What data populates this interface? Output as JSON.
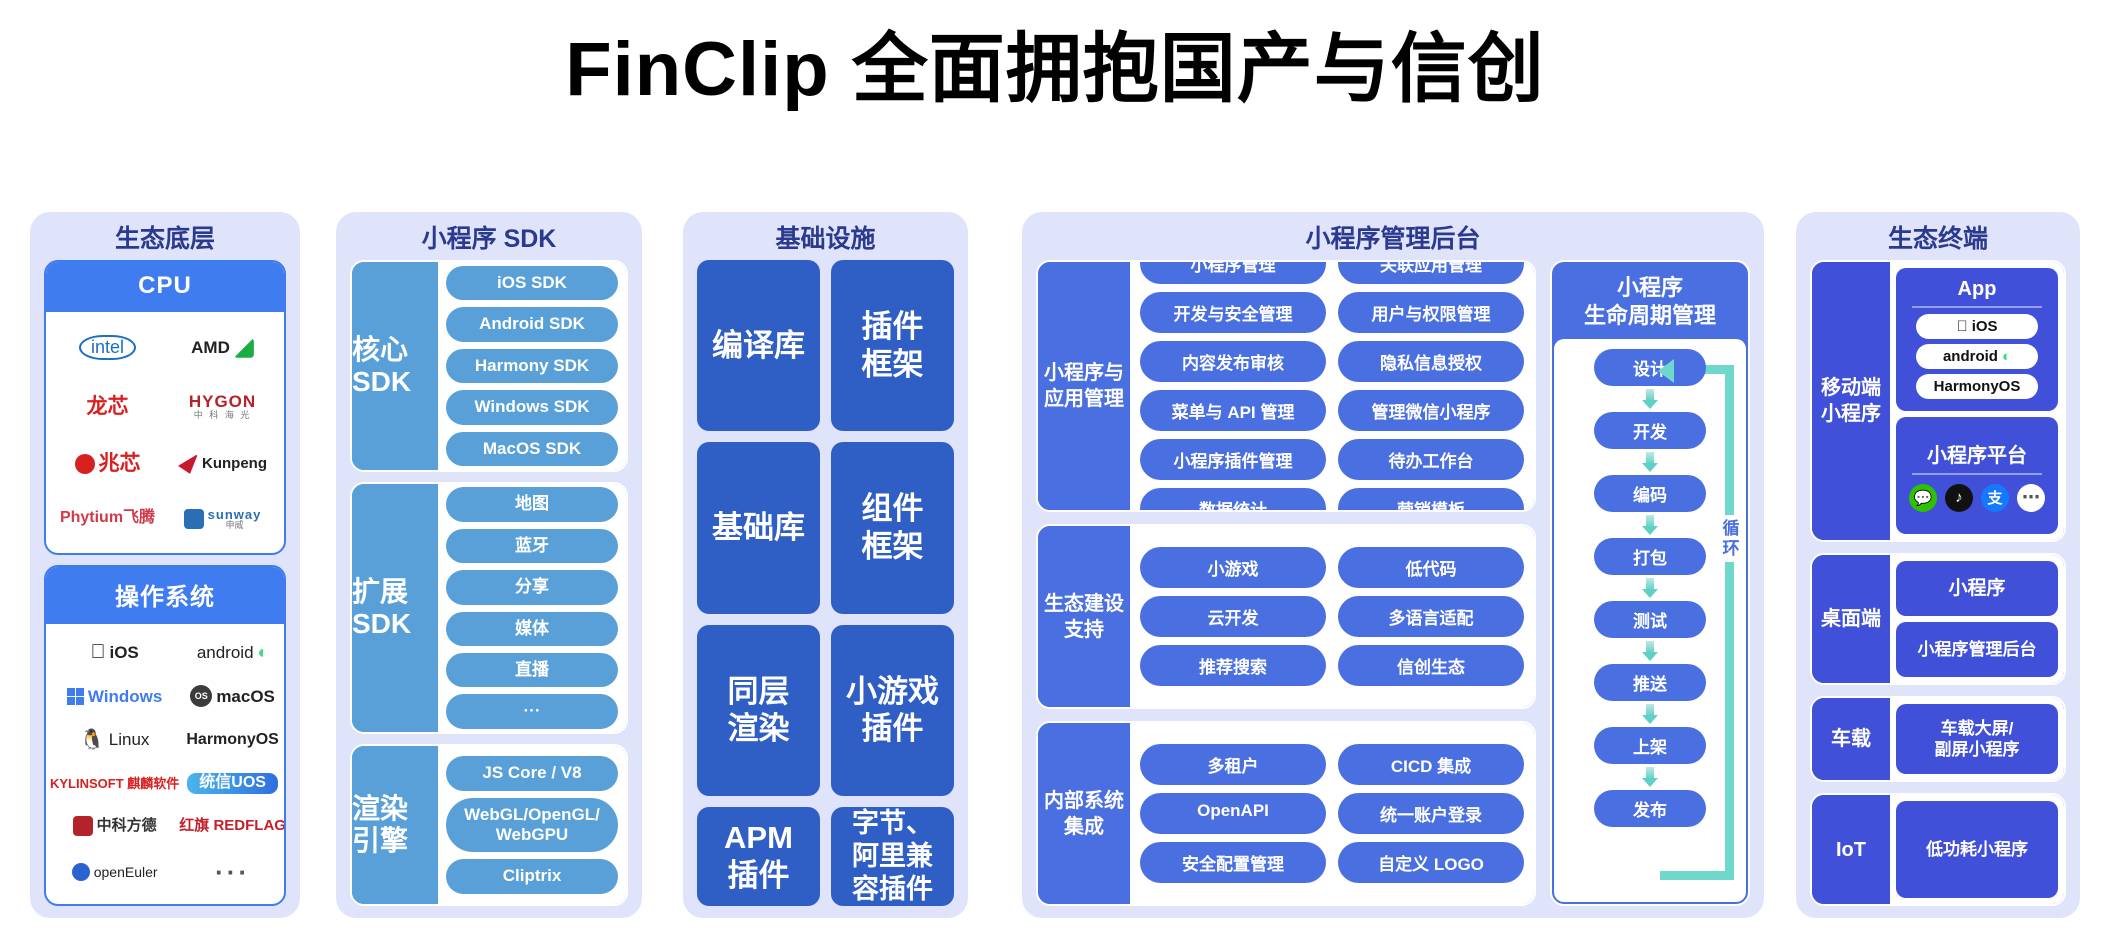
{
  "title": "FinClip 全面拥抱国产与信创",
  "columns": {
    "eco_base": {
      "title": "生态底层",
      "cards": [
        {
          "head": "CPU",
          "logos": [
            "intel",
            "AMD",
            "龙芯",
            "HYGON",
            "兆芯",
            "Kunpeng",
            "Phytium飞腾",
            "sunway"
          ],
          "sublabels": {
            "HYGON": "中 科 海 光",
            "sunway": "申威"
          }
        },
        {
          "head": "操作系统",
          "logos": [
            "iOS",
            "android",
            "Windows",
            "macOS",
            "Linux",
            "HarmonyOS",
            "KYLINSOFT 麒麟软件",
            "统信UOS",
            "中科方德",
            "红旗 REDFLAG",
            "openEuler",
            "···"
          ]
        }
      ]
    },
    "sdk": {
      "title": "小程序 SDK",
      "blocks": [
        {
          "label": "核心\nSDK",
          "items": [
            "iOS SDK",
            "Android SDK",
            "Harmony SDK",
            "Windows SDK",
            "MacOS SDK"
          ]
        },
        {
          "label": "扩展\nSDK",
          "items": [
            "地图",
            "蓝牙",
            "分享",
            "媒体",
            "直播",
            "···"
          ]
        },
        {
          "label": "渲染\n引擎",
          "items": [
            "JS Core / V8",
            "WebGL/OpenGL/\nWebGPU",
            "Cliptrix"
          ]
        }
      ]
    },
    "infra": {
      "title": "基础设施",
      "cells": [
        "编译库",
        "插件\n框架",
        "基础库",
        "组件\n框架",
        "同层\n渲染",
        "小游戏\n插件",
        "APM\n插件",
        "字节、\n阿里兼\n容插件"
      ]
    },
    "backend": {
      "title": "小程序管理后台",
      "blocks": [
        {
          "label": "小程序与\n应用管理",
          "items": [
            "小程序管理",
            "关联应用管理",
            "开发与安全管理",
            "用户与权限管理",
            "内容发布审核",
            "隐私信息授权",
            "菜单与 API 管理",
            "管理微信小程序",
            "小程序插件管理",
            "待办工作台",
            "数据统计",
            "营销模板"
          ]
        },
        {
          "label": "生态建设\n支持",
          "items": [
            "小游戏",
            "低代码",
            "云开发",
            "多语言适配",
            "推荐搜索",
            "信创生态"
          ]
        },
        {
          "label": "内部系统\n集成",
          "items": [
            "多租户",
            "CICD 集成",
            "OpenAPI",
            "统一账户登录",
            "安全配置管理",
            "自定义 LOGO"
          ]
        }
      ],
      "lifecycle": {
        "title": "小程序\n生命周期管理",
        "steps": [
          "设计",
          "开发",
          "编码",
          "打包",
          "测试",
          "推送",
          "上架",
          "发布"
        ],
        "loop_label": "循环"
      }
    },
    "terminal": {
      "title": "生态终端",
      "blocks": [
        {
          "label": "移动端\n小程序",
          "cards": [
            {
              "title": "App",
              "chips": [
                "iOS",
                "android",
                "HarmonyOS"
              ]
            },
            {
              "title": "小程序平台",
              "icons": [
                "wechat-icon",
                "tiktok-icon",
                "alipay-icon",
                "more-icon"
              ]
            }
          ]
        },
        {
          "label": "桌面端",
          "simple": [
            "小程序",
            "小程序管理后台"
          ]
        },
        {
          "label": "车载",
          "simple": [
            "车载大屏/\n副屏小程序"
          ]
        },
        {
          "label": "IoT",
          "simple": [
            "低功耗小程序"
          ]
        }
      ]
    }
  },
  "colors": {
    "panel_bg": "#dfe4fb",
    "panel_title": "#2b3a8f",
    "cpu_blue": "#3f7cf0",
    "sdk_blue": "#59a0d8",
    "infra_blue": "#2f5fc4",
    "backend_blue": "#4a6fe0",
    "terminal_blue": "#4050d8",
    "arrow_teal": "#6fd8cd"
  }
}
